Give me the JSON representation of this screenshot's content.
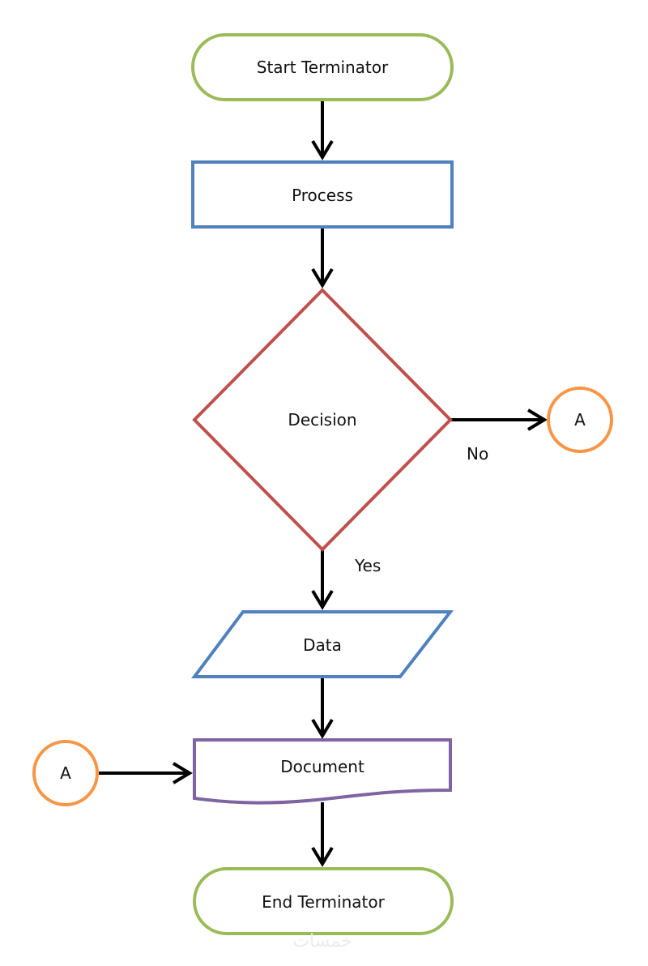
{
  "diagram": {
    "type": "flowchart",
    "nodes": [
      {
        "id": "start",
        "shape": "terminator",
        "label": "Start Terminator"
      },
      {
        "id": "process",
        "shape": "process",
        "label": "Process"
      },
      {
        "id": "decision",
        "shape": "decision",
        "label": "Decision"
      },
      {
        "id": "connector_right",
        "shape": "connector",
        "label": "A"
      },
      {
        "id": "data",
        "shape": "data",
        "label": "Data"
      },
      {
        "id": "connector_left",
        "shape": "connector",
        "label": "A"
      },
      {
        "id": "document",
        "shape": "document",
        "label": "Document"
      },
      {
        "id": "end",
        "shape": "terminator",
        "label": "End Terminator"
      }
    ],
    "edges": [
      {
        "from": "start",
        "to": "process",
        "label": ""
      },
      {
        "from": "process",
        "to": "decision",
        "label": ""
      },
      {
        "from": "decision",
        "to": "connector_right",
        "label": "No"
      },
      {
        "from": "decision",
        "to": "data",
        "label": "Yes"
      },
      {
        "from": "data",
        "to": "document",
        "label": ""
      },
      {
        "from": "connector_left",
        "to": "document",
        "label": ""
      },
      {
        "from": "document",
        "to": "end",
        "label": ""
      }
    ],
    "colors": {
      "terminator": "#9bbb59",
      "process": "#4f81bd",
      "decision": "#c0504d",
      "data": "#4f81bd",
      "document": "#8064a2",
      "connector": "#f79646",
      "arrow": "#000000"
    },
    "watermark": "خمسات"
  }
}
